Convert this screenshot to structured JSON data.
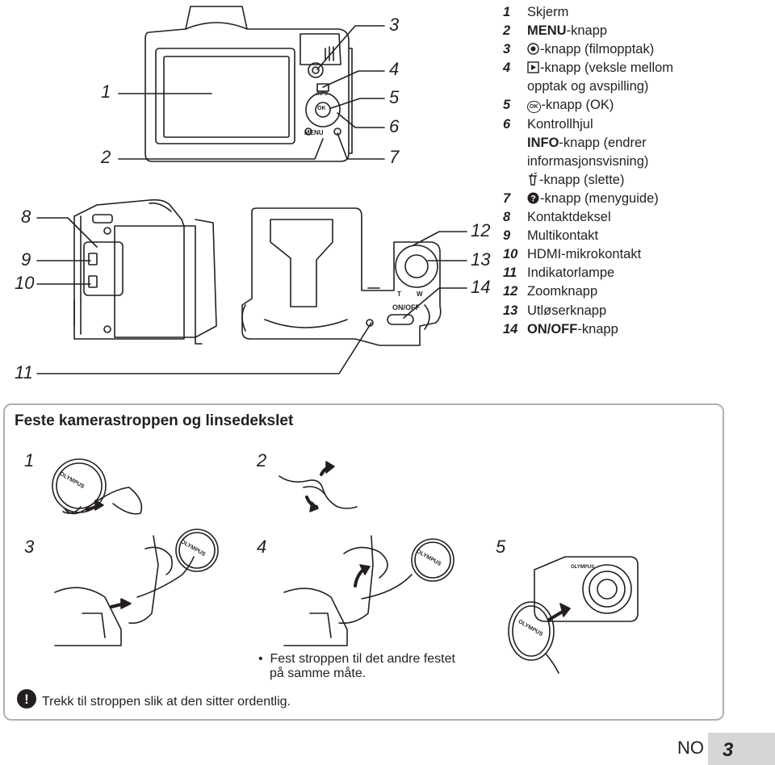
{
  "camera_callouts": [
    "1",
    "2",
    "3",
    "4",
    "5",
    "6",
    "7",
    "8",
    "9",
    "10",
    "11",
    "12",
    "13",
    "14"
  ],
  "camera_labels": {
    "menu_button": "MENU",
    "info_button": "INFO",
    "ok_button": "OK",
    "on_off": "ON/OFF",
    "zoom_t": "T",
    "zoom_w": "W"
  },
  "legend": [
    {
      "num": "1",
      "text": "Skjerm"
    },
    {
      "num": "2",
      "icon": "menu-text",
      "text": "-knapp"
    },
    {
      "num": "3",
      "icon": "movie-record-icon",
      "text": "-knapp (filmopptak)"
    },
    {
      "num": "4",
      "icon": "playback-icon",
      "text": "-knapp (veksle mellom"
    },
    {
      "num": "",
      "text": "opptak og avspilling)"
    },
    {
      "num": "5",
      "icon": "ok-icon",
      "text": "-knapp (OK)"
    },
    {
      "num": "6",
      "text": "Kontrollhjul"
    },
    {
      "num": "",
      "icon": "info-text",
      "text": "-knapp (endrer"
    },
    {
      "num": "",
      "text": "informasjonsvisning)"
    },
    {
      "num": "",
      "icon": "trash-icon",
      "text": "-knapp (slette)"
    },
    {
      "num": "7",
      "icon": "help-icon",
      "text": "-knapp (menyguide)"
    },
    {
      "num": "8",
      "text": "Kontaktdeksel"
    },
    {
      "num": "9",
      "text": "Multikontakt"
    },
    {
      "num": "10",
      "text": "HDMI-mikrokontakt"
    },
    {
      "num": "11",
      "text": "Indikatorlampe"
    },
    {
      "num": "12",
      "text": "Zoomknapp"
    },
    {
      "num": "13",
      "text": "Utløserknapp"
    },
    {
      "num": "14",
      "icon": "onoff-text",
      "text": "-knapp"
    }
  ],
  "legend_icon_text": {
    "menu": "MENU",
    "info": "INFO",
    "onoff": "ON/OFF",
    "ok": "OK"
  },
  "section": {
    "title": "Feste kamerastroppen og linsedekslet",
    "steps": [
      "1",
      "2",
      "3",
      "4",
      "5"
    ],
    "lens_cap_brand": "OLYMPUS",
    "note_bullet": "•",
    "note_lines": [
      "Fest stroppen til det andre festet",
      "på samme måte."
    ],
    "warning": "Trekk til stroppen slik at den sitter ordentlig."
  },
  "footer": {
    "lang": "NO",
    "page": "3"
  }
}
